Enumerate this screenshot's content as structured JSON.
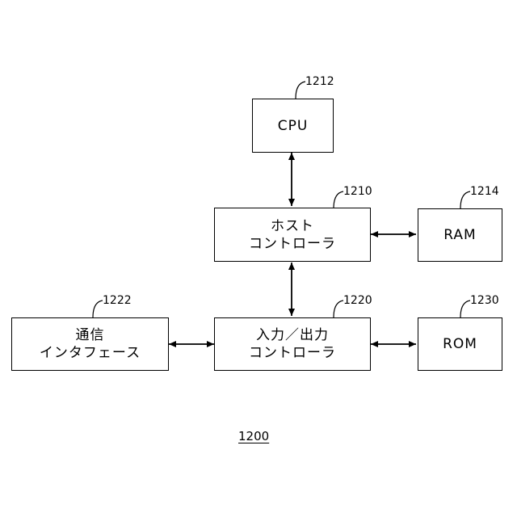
{
  "blocks": {
    "cpu": {
      "ref": "1212",
      "lines": [
        "CPU"
      ]
    },
    "host": {
      "ref": "1210",
      "lines": [
        "ホスト",
        "コントローラ"
      ]
    },
    "ram": {
      "ref": "1214",
      "lines": [
        "RAM"
      ]
    },
    "comm": {
      "ref": "1222",
      "lines": [
        "通信",
        "インタフェース"
      ]
    },
    "io": {
      "ref": "1220",
      "lines": [
        "入力／出力",
        "コントローラ"
      ]
    },
    "rom": {
      "ref": "1230",
      "lines": [
        "ROM"
      ]
    }
  },
  "figure_label": "1200"
}
